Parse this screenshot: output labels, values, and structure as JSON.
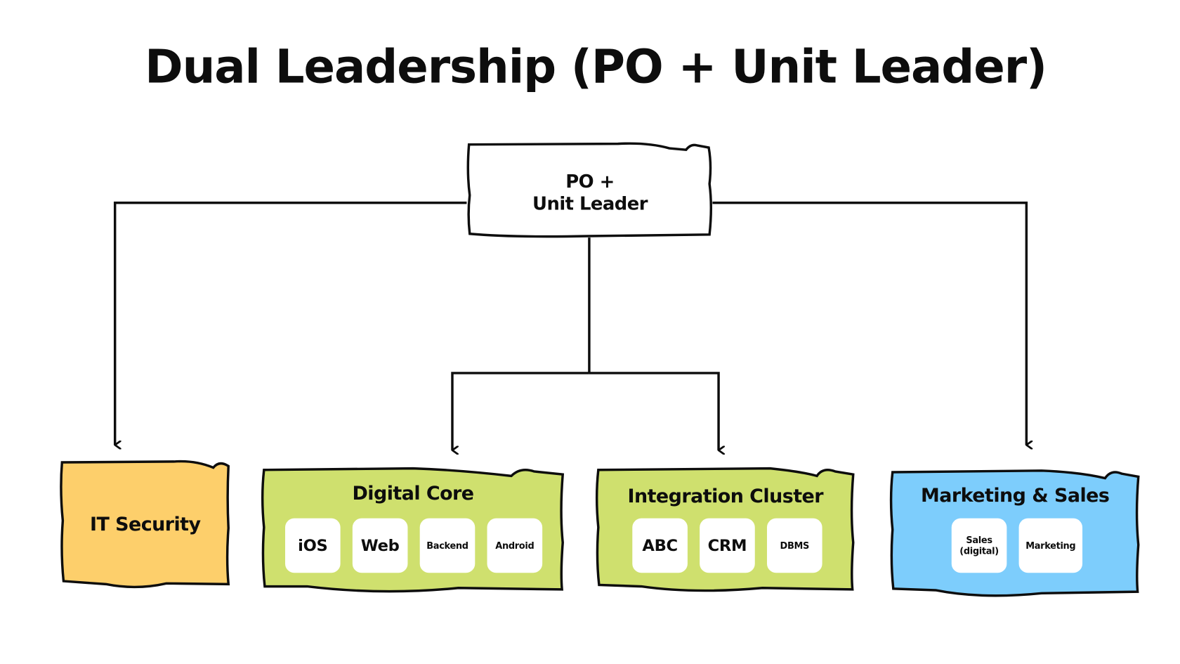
{
  "title": "Dual Leadership (PO + Unit Leader)",
  "colors": {
    "it_security": "#fdcf6b",
    "digital_core": "#cfe06e",
    "integration_cluster": "#cfe06e",
    "marketing_sales": "#7dcdfc",
    "root": "#ffffff",
    "stroke": "#0d0d0d"
  },
  "root": {
    "line1": "PO +",
    "line2": "Unit Leader"
  },
  "groups": [
    {
      "name": "IT Security",
      "items": []
    },
    {
      "name": "Digital Core",
      "items": [
        "iOS",
        "Web",
        "Backend",
        "Android"
      ]
    },
    {
      "name": "Integration Cluster",
      "items": [
        "ABC",
        "CRM",
        "DBMS"
      ]
    },
    {
      "name": "Marketing & Sales",
      "items": [
        "Sales (digital)",
        "Marketing"
      ]
    }
  ]
}
